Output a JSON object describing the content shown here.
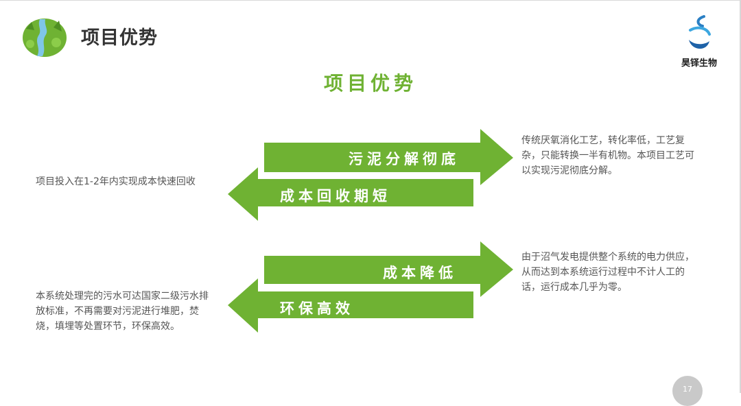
{
  "header": {
    "title": "项目优势"
  },
  "brand": {
    "name": "昊铎生物"
  },
  "slide_title": "项目优势",
  "rows": [
    {
      "right_arrow_label": "污泥分解彻底",
      "left_arrow_label": "成本回收期短",
      "right_desc": "传统厌氧消化工艺，转化率低，工艺复杂，只能转换一半有机物。本项目工艺可以实现污泥彻底分解。",
      "left_desc": "项目投入在1-2年内实现成本快速回收"
    },
    {
      "right_arrow_label": "成本降低",
      "left_arrow_label": "环保高效",
      "right_desc": "由于沼气发电提供整个系统的电力供应，从而达到本系统运行过程中不计人工的话，运行成本几乎为零。",
      "left_desc": "本系统处理完的污水可达国家二级污水排放标准，不再需要对污泥进行堆肥，焚烧，填埋等处置环节，环保高效。"
    }
  ],
  "page_number": "17",
  "colors": {
    "arrow_green": "#6fb233",
    "title_green": "#6fb233",
    "text_gray": "#555555"
  }
}
